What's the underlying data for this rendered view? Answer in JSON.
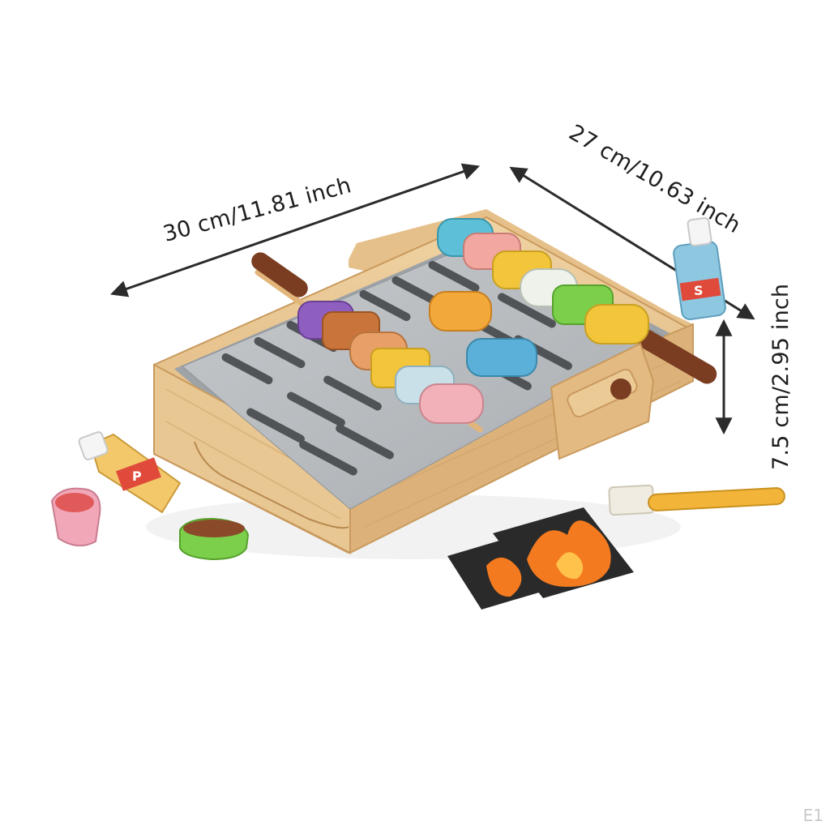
{
  "dimensions": {
    "width_label": "30 cm/11.81 inch",
    "depth_label": "27 cm/10.63 inch",
    "height_label": "7.5 cm/2.95 inch"
  },
  "bottles": {
    "pepper_letter": "P",
    "salt_letter": "S"
  },
  "corner_code": "E1",
  "colors": {
    "wood": "#e8c48f",
    "wood_dark": "#c99a5e",
    "grill": "#b9bcbf",
    "arrow": "#2b2b2b",
    "fire_card": "#2a2a2a",
    "flame": "#f47a1f"
  }
}
